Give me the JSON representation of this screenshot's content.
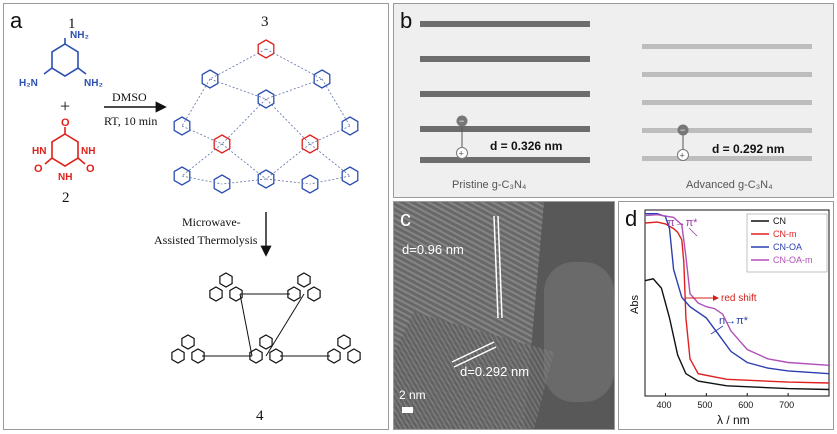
{
  "panel_a": {
    "label": "a",
    "num1": "1",
    "num2": "2",
    "num3": "3",
    "num4": "4",
    "plus": "+",
    "reagent": "DMSO",
    "conditions": "RT, 10 min",
    "process_line1": "Microwave-",
    "process_line2": "Assisted Thermolysis",
    "melamine_groups": [
      "NH₂",
      "H₂N",
      "NH₂"
    ],
    "cyanuric_groups": [
      "O",
      "O",
      "O",
      "HN",
      "NH",
      "NH"
    ],
    "ring_atom": "N",
    "colors": {
      "melamine": "#2b4fb0",
      "cyanuric": "#e0201a",
      "product": "#111111"
    }
  },
  "panel_b": {
    "label": "b",
    "left_spacing": "d = 0.326 nm",
    "right_spacing": "d = 0.292 nm",
    "left_caption": "Pristine g-C₃N₄",
    "right_caption": "Advanced g-C₃N₄",
    "minus": "−",
    "plus": "+",
    "colors": {
      "pristine": "#6d6d6d",
      "advanced": "#bdbdbd"
    }
  },
  "panel_c": {
    "label": "c",
    "fringe1": "d=0.96 nm",
    "fringe2": "d=0.292 nm",
    "scalebar": "2 nm"
  },
  "panel_d": {
    "label": "d",
    "ylabel": "Abs",
    "xlabel": "λ / nm",
    "annotations": {
      "pi": "π→π*",
      "n": "n→π*",
      "shift": "red shift"
    },
    "annotation_colors": {
      "pi": "#a03aa8",
      "n": "#2b3fa8",
      "shift": "#d0201a"
    }
  },
  "chart_data": {
    "type": "line",
    "title": "",
    "xlabel": "λ / nm",
    "ylabel": "Abs",
    "xlim": [
      350,
      800
    ],
    "xticks": [
      400,
      500,
      600,
      700
    ],
    "legend_position": "top-right",
    "series": [
      {
        "name": "CN",
        "color": "#111111",
        "points": [
          [
            350,
            0.62
          ],
          [
            370,
            0.63
          ],
          [
            390,
            0.58
          ],
          [
            410,
            0.42
          ],
          [
            430,
            0.22
          ],
          [
            450,
            0.12
          ],
          [
            480,
            0.08
          ],
          [
            550,
            0.055
          ],
          [
            700,
            0.04
          ],
          [
            800,
            0.035
          ]
        ]
      },
      {
        "name": "CN-m",
        "color": "#e02020",
        "points": [
          [
            350,
            0.93
          ],
          [
            380,
            0.935
          ],
          [
            400,
            0.925
          ],
          [
            420,
            0.9
          ],
          [
            430,
            0.88
          ],
          [
            440,
            0.84
          ],
          [
            445,
            0.72
          ],
          [
            450,
            0.42
          ],
          [
            460,
            0.2
          ],
          [
            480,
            0.12
          ],
          [
            550,
            0.09
          ],
          [
            700,
            0.075
          ],
          [
            800,
            0.07
          ]
        ]
      },
      {
        "name": "CN-OA",
        "color": "#2b3fb0",
        "points": [
          [
            350,
            0.98
          ],
          [
            380,
            0.98
          ],
          [
            400,
            0.965
          ],
          [
            410,
            0.9
          ],
          [
            420,
            0.68
          ],
          [
            440,
            0.53
          ],
          [
            460,
            0.48
          ],
          [
            500,
            0.42
          ],
          [
            530,
            0.33
          ],
          [
            560,
            0.24
          ],
          [
            600,
            0.18
          ],
          [
            650,
            0.15
          ],
          [
            700,
            0.135
          ],
          [
            800,
            0.12
          ]
        ]
      },
      {
        "name": "CN-OA-m",
        "color": "#b050b8",
        "points": [
          [
            350,
            0.97
          ],
          [
            380,
            0.975
          ],
          [
            420,
            0.96
          ],
          [
            440,
            0.92
          ],
          [
            450,
            0.75
          ],
          [
            460,
            0.55
          ],
          [
            480,
            0.5
          ],
          [
            500,
            0.48
          ],
          [
            520,
            0.47
          ],
          [
            540,
            0.44
          ],
          [
            560,
            0.35
          ],
          [
            600,
            0.25
          ],
          [
            650,
            0.2
          ],
          [
            700,
            0.18
          ],
          [
            800,
            0.165
          ]
        ]
      }
    ]
  }
}
